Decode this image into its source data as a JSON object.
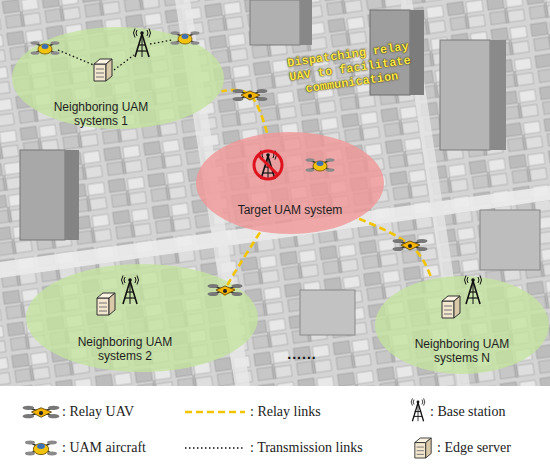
{
  "diagram": {
    "nodes": [
      {
        "text": [
          "Neighboring UAM systems 1"
        ]
      },
      {
        "text": [
          "Target UAM system"
        ]
      },
      {
        "text": [
          "Neighboring UAM systems 2"
        ]
      },
      {
        "text": [
          "Neighboring UAM systems N"
        ]
      }
    ],
    "edges": [
      {
        "from": 1,
        "to": 0,
        "arrow": "none"
      },
      {
        "from": 1,
        "to": 2,
        "arrow": "none"
      },
      {
        "from": 1,
        "to": 3,
        "arrow": "none"
      }
    ],
    "labels": [
      "Dispatching relay UAV to facilitate communication",
      "......"
    ],
    "legend": [
      {
        "text": ": Relay UAV"
      },
      {
        "text": ": Relay links"
      },
      {
        "text": ": Base station"
      },
      {
        "text": ": UAM aircraft"
      },
      {
        "text": ": Transmission links"
      },
      {
        "text": ": Edge server"
      }
    ]
  }
}
